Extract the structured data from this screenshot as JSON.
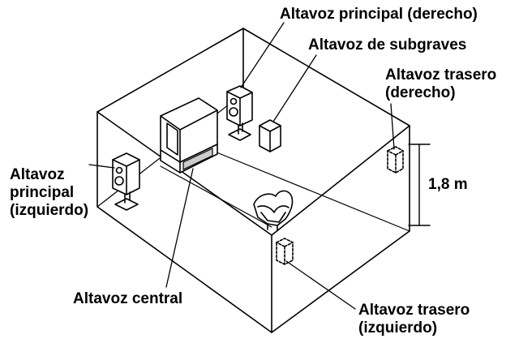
{
  "labels": {
    "main_right": "Altavoz principal (derecho)",
    "subwoofer": "Altavoz de subgraves",
    "rear_right_line1": "Altavoz trasero",
    "rear_right_line2": "(derecho)",
    "main_left_line1": "Altavoz",
    "main_left_line2": "principal",
    "main_left_line3": "(izquierdo)",
    "height": "1,8 m",
    "center": "Altavoz central",
    "rear_left_line1": "Altavoz trasero",
    "rear_left_line2": "(izquierdo)"
  },
  "colors": {
    "stroke": "#000000",
    "background": "#ffffff"
  }
}
